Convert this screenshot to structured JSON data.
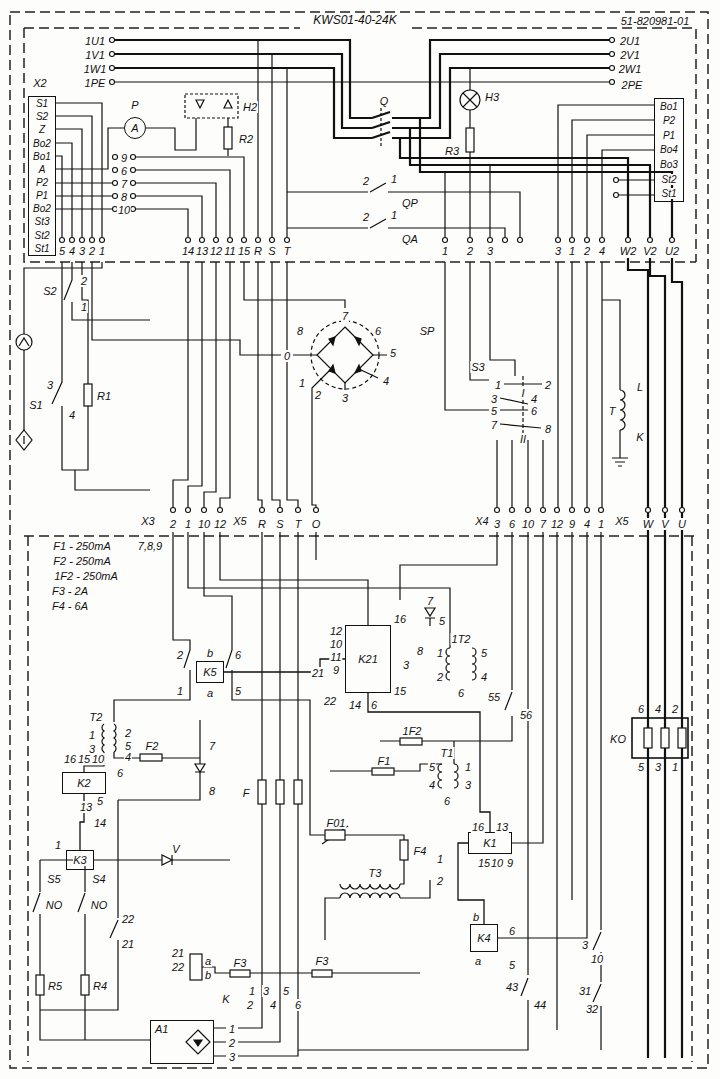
{
  "diagram": {
    "title": "KWS01-40-24K",
    "nodes": [
      {
        "text": [
          "S1",
          "S2",
          "Z",
          "Bo2",
          "Bo1",
          "A",
          "P2",
          "P1",
          "Bo2",
          "St3",
          "St2",
          "St1"
        ]
      },
      {
        "text": [
          "A"
        ]
      },
      {
        "text": [
          "Bo1",
          "P2",
          "P1",
          "Bo4",
          "Bo3",
          "St2",
          "St1"
        ]
      },
      {
        "text": [
          "K21"
        ]
      },
      {
        "text": [
          "K5"
        ]
      },
      {
        "text": [
          "K2"
        ]
      },
      {
        "text": [
          "K3"
        ]
      },
      {
        "text": [
          "K1"
        ]
      },
      {
        "text": [
          "K4"
        ]
      },
      {
        "text": [
          "A1"
        ]
      }
    ],
    "edges": [
      {
        "from": 5,
        "to": 6,
        "arrow": "none"
      },
      {
        "from": 3,
        "to": 7,
        "arrow": "none"
      },
      {
        "from": 7,
        "to": 8,
        "arrow": "none"
      },
      {
        "from": 4,
        "to": 3,
        "arrow": "none"
      }
    ],
    "labels": [
      "51-820981-01",
      "1U1",
      "1V1",
      "1W1",
      "1PE",
      "2U1",
      "2V1",
      "2W1",
      "2PE",
      "X2",
      "H2",
      "R2",
      "Q",
      "H3",
      "R3",
      "9",
      "6",
      "7",
      "8",
      "10",
      "2",
      "1",
      "QP",
      "2",
      "1",
      "QA",
      "5",
      "4",
      "3",
      "2",
      "1",
      "14",
      "13",
      "12",
      "11",
      "15",
      "R",
      "S",
      "T",
      "1",
      "2",
      "3",
      "3",
      "1",
      "2",
      "4",
      "W2",
      "V2",
      "U2",
      "S2",
      "2",
      "1",
      "S1",
      "3",
      "4",
      "R1",
      "SP",
      "0",
      "8",
      "1",
      "2",
      "3",
      "4",
      "5",
      "6",
      "7",
      "S3",
      "1",
      "I",
      "2",
      "3",
      "4",
      "5",
      "6",
      "7",
      "8",
      "II",
      "T",
      "L",
      "K",
      "X3",
      "2",
      "1",
      "10",
      "12",
      "X5",
      "R",
      "S",
      "T",
      "O",
      "X4",
      "3",
      "6",
      "10",
      "7",
      "12",
      "9",
      "4",
      "1",
      "X5",
      "W",
      "V",
      "U",
      "F1 - 250mA",
      "7,8,9",
      "F2 - 250mA",
      "1F2 - 250mA",
      "F3 - 2A",
      "F4 - 6A",
      "12",
      "10",
      "11",
      "9",
      "21",
      "22",
      "14",
      "6",
      "15",
      "16",
      "7",
      "5",
      "8",
      "3",
      "1T2",
      "1",
      "2",
      "5",
      "4",
      "6",
      "55",
      "56",
      "2",
      "6",
      "1",
      "5",
      "b",
      "a",
      "T2",
      "1",
      "3",
      "2",
      "5",
      "4",
      "6",
      "16",
      "15",
      "10",
      "13",
      "F2",
      "7",
      "8",
      "1F2",
      "F",
      "F1",
      "T1",
      "5",
      "4",
      "1",
      "3",
      "6",
      "5",
      "14",
      "1",
      "2",
      "V",
      "F01",
      "F4",
      "T3",
      "1",
      "2",
      "16",
      "13",
      "15",
      "10",
      "9",
      "S5",
      "S4",
      "NO",
      "NO",
      "22",
      "21",
      "R5",
      "R4",
      "b",
      "a",
      "6",
      "5",
      "F3",
      "F3",
      "21",
      "22",
      "a",
      "b",
      "1",
      "2",
      "3",
      "4",
      "5",
      "6",
      "43",
      "44",
      "31",
      "32",
      "3",
      "10",
      "1",
      "2",
      "3",
      "6",
      "4",
      "2",
      "5",
      "3",
      "1",
      "P",
      "KO",
      "K"
    ]
  }
}
